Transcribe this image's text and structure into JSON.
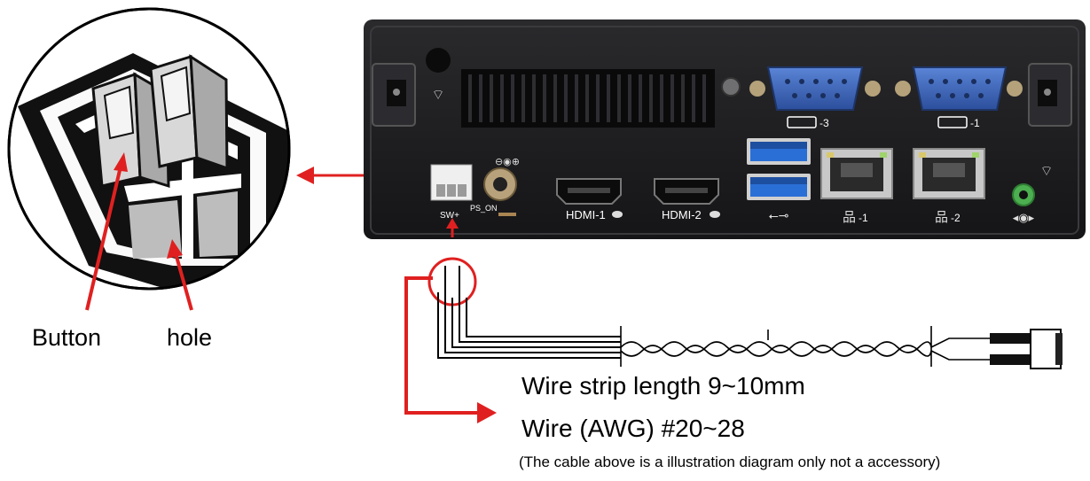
{
  "callout": {
    "button_label": "Button",
    "hole_label": "hole"
  },
  "device": {
    "terminal_labels": {
      "sw": "SW+",
      "ps_on": "PS_ON"
    },
    "ports": {
      "hdmi1": "HDMI-1",
      "hdmi2": "HDMI-2",
      "com3": "-3",
      "com1": "-1",
      "lan1": "-1",
      "lan2": "-2"
    }
  },
  "notes": {
    "strip_length": "Wire strip length 9~10mm",
    "awg": "Wire (AWG) #20~28",
    "disclaimer": "(The cable above is a illustration diagram only not a accessory)"
  },
  "colors": {
    "callout_red": "#e02020",
    "chassis": "#1c1c1e",
    "usb_blue": "#2a6fd6",
    "com_blue": "#3b66b8",
    "audio_green": "#4caf50"
  }
}
